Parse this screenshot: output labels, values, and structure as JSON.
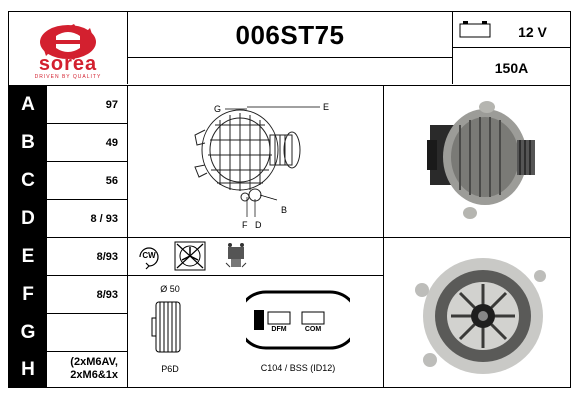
{
  "brand": {
    "name": "sorea",
    "tagline": "DRIVEN BY QUALITY",
    "logo_color": "#d3202f"
  },
  "header": {
    "part_number": "006ST75",
    "voltage": "12 V",
    "amperage": "150A"
  },
  "rows": [
    {
      "letter": "A",
      "value": "97"
    },
    {
      "letter": "B",
      "value": "49"
    },
    {
      "letter": "C",
      "value": "56"
    },
    {
      "letter": "D",
      "value": "8 / 93"
    },
    {
      "letter": "E",
      "value": "8/93"
    },
    {
      "letter": "F",
      "value": "8/93"
    },
    {
      "letter": "G",
      "value": ""
    },
    {
      "letter": "H",
      "value_line1": "(2xM6AV,",
      "value_line2": "2xM6&1x"
    }
  ],
  "diagram_labels": {
    "g": "G",
    "e": "E",
    "f": "F",
    "d": "D",
    "b": "B"
  },
  "symbols": {
    "rotation": "CW",
    "icons": [
      "rotation-cw-icon",
      "no-fan-icon",
      "regulator-icon"
    ]
  },
  "pulley": {
    "diameter_label": "Ø 50",
    "type_label": "P6D"
  },
  "connector": {
    "pin1": "DFM",
    "pin2": "COM",
    "caption": "C104 / BSS (ID12)"
  }
}
